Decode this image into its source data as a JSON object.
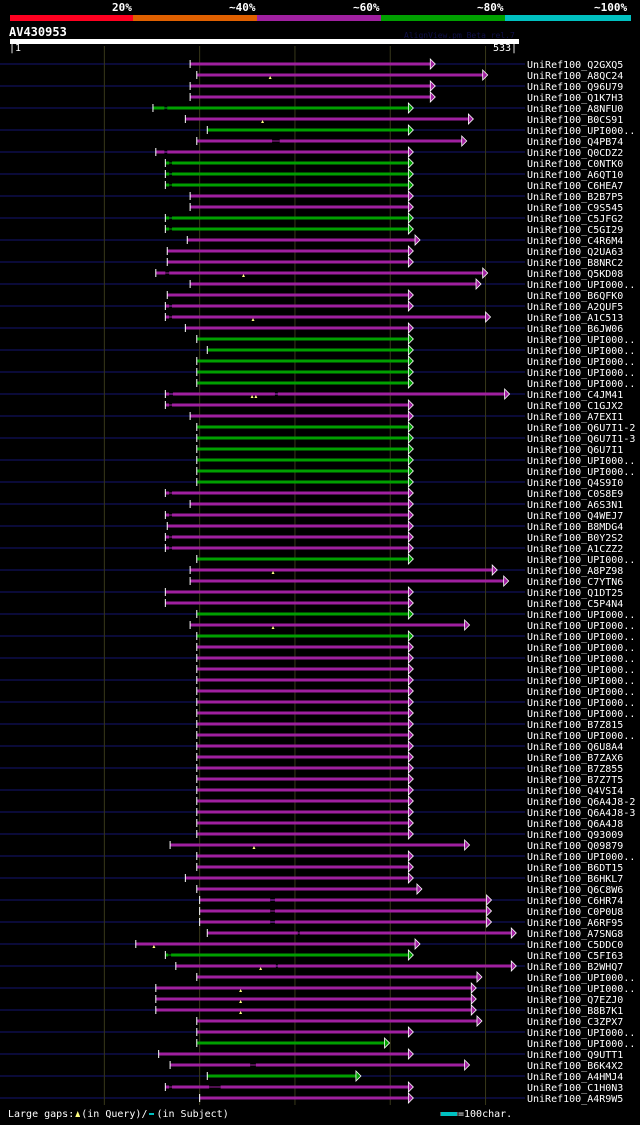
{
  "header": {
    "percent_labels": [
      "20%",
      "~40%",
      "~60%",
      "~80%",
      "~100%"
    ],
    "identity_colors": [
      "#ff0020",
      "#e06000",
      "#a020a0",
      "#00a000",
      "#00c0c0"
    ],
    "query_name": "AV430953",
    "version_text": "AlignView.pm Beta rel.7",
    "query_start": "|1",
    "query_end": "533|",
    "query_length": 533
  },
  "colors": {
    "magenta": "#a020a0",
    "green": "#00a000",
    "navy": "#0a0a38",
    "grid": "#38381a",
    "insert": "#ffff80"
  },
  "hits": [
    {
      "name": "UniRef100_Q2GXQ5",
      "s": 190,
      "e": 442,
      "c": "magenta"
    },
    {
      "name": "UniRef100_A8QC24",
      "s": 197,
      "e": 497,
      "c": "magenta",
      "ins": [
        274
      ]
    },
    {
      "name": "UniRef100_Q96U79",
      "s": 190,
      "e": 442,
      "c": "magenta"
    },
    {
      "name": "UniRef100_Q1K7H3",
      "s": 190,
      "e": 442,
      "c": "magenta"
    },
    {
      "name": "UniRef100_A8NFU0",
      "s": 151,
      "e": 419,
      "c": "green",
      "gaps": [
        [
          163,
          166
        ]
      ]
    },
    {
      "name": "UniRef100_B0CS91",
      "s": 185,
      "e": 482,
      "c": "magenta",
      "ins": [
        266
      ]
    },
    {
      "name": "UniRef100_UPI000..",
      "s": 208,
      "e": 419,
      "c": "green"
    },
    {
      "name": "UniRef100_Q4PB74",
      "s": 197,
      "e": 475,
      "c": "magenta",
      "gaps": [
        [
          276,
          284
        ]
      ]
    },
    {
      "name": "UniRef100_Q0CDZ2",
      "s": 154,
      "e": 419,
      "c": "magenta",
      "gaps": [
        [
          163,
          166
        ]
      ]
    },
    {
      "name": "UniRef100_C0NTK0",
      "s": 164,
      "e": 419,
      "c": "green",
      "gaps": [
        [
          168,
          171
        ]
      ]
    },
    {
      "name": "UniRef100_A6QT10",
      "s": 164,
      "e": 419,
      "c": "green",
      "gaps": [
        [
          168,
          171
        ]
      ]
    },
    {
      "name": "UniRef100_C6HEA7",
      "s": 164,
      "e": 419,
      "c": "green",
      "gaps": [
        [
          168,
          171
        ]
      ]
    },
    {
      "name": "UniRef100_B2B7P5",
      "s": 190,
      "e": 419,
      "c": "magenta"
    },
    {
      "name": "UniRef100_C9S545",
      "s": 190,
      "e": 419,
      "c": "magenta"
    },
    {
      "name": "UniRef100_C5JFG2",
      "s": 164,
      "e": 419,
      "c": "green",
      "gaps": [
        [
          168,
          171
        ]
      ]
    },
    {
      "name": "UniRef100_C5GI29",
      "s": 164,
      "e": 419,
      "c": "green",
      "gaps": [
        [
          168,
          171
        ]
      ]
    },
    {
      "name": "UniRef100_C4R6M4",
      "s": 187,
      "e": 426,
      "c": "magenta"
    },
    {
      "name": "UniRef100_Q2UA63",
      "s": 166,
      "e": 419,
      "c": "magenta"
    },
    {
      "name": "UniRef100_B8NRC2",
      "s": 166,
      "e": 419,
      "c": "magenta"
    },
    {
      "name": "UniRef100_Q5KD08",
      "s": 154,
      "e": 497,
      "c": "magenta",
      "gaps": [
        [
          164,
          168
        ]
      ],
      "ins": [
        246
      ]
    },
    {
      "name": "UniRef100_UPI000..",
      "s": 190,
      "e": 490,
      "c": "magenta"
    },
    {
      "name": "UniRef100_B6QFK0",
      "s": 166,
      "e": 419,
      "c": "magenta"
    },
    {
      "name": "UniRef100_A2QUF5",
      "s": 164,
      "e": 419,
      "c": "magenta",
      "gaps": [
        [
          168,
          171
        ]
      ]
    },
    {
      "name": "UniRef100_A1C513",
      "s": 164,
      "e": 500,
      "c": "magenta",
      "gaps": [
        [
          168,
          171
        ]
      ],
      "ins": [
        256
      ]
    },
    {
      "name": "UniRef100_B6JW06",
      "s": 185,
      "e": 419,
      "c": "magenta"
    },
    {
      "name": "UniRef100_UPI000..",
      "s": 197,
      "e": 419,
      "c": "green"
    },
    {
      "name": "UniRef100_UPI000..",
      "s": 208,
      "e": 419,
      "c": "green"
    },
    {
      "name": "UniRef100_UPI000..",
      "s": 197,
      "e": 419,
      "c": "green"
    },
    {
      "name": "UniRef100_UPI000..",
      "s": 197,
      "e": 419,
      "c": "green"
    },
    {
      "name": "UniRef100_UPI000..",
      "s": 197,
      "e": 419,
      "c": "green"
    },
    {
      "name": "UniRef100_C4JM41",
      "s": 164,
      "e": 520,
      "c": "magenta",
      "gaps": [
        [
          168,
          172
        ],
        [
          279,
          282
        ]
      ],
      "ins": [
        255,
        259
      ]
    },
    {
      "name": "UniRef100_C1GJX2",
      "s": 164,
      "e": 419,
      "c": "magenta",
      "gaps": [
        [
          168,
          171
        ]
      ]
    },
    {
      "name": "UniRef100_A7EXI1",
      "s": 190,
      "e": 419,
      "c": "magenta"
    },
    {
      "name": "UniRef100_Q6U7I1-2",
      "s": 197,
      "e": 419,
      "c": "green"
    },
    {
      "name": "UniRef100_Q6U7I1-3",
      "s": 197,
      "e": 419,
      "c": "green"
    },
    {
      "name": "UniRef100_Q6U7I1",
      "s": 197,
      "e": 419,
      "c": "green"
    },
    {
      "name": "UniRef100_UPI000..",
      "s": 197,
      "e": 419,
      "c": "green"
    },
    {
      "name": "UniRef100_UPI000..",
      "s": 197,
      "e": 419,
      "c": "green"
    },
    {
      "name": "UniRef100_Q4S9I0",
      "s": 197,
      "e": 419,
      "c": "green"
    },
    {
      "name": "UniRef100_C0S8E9",
      "s": 164,
      "e": 419,
      "c": "magenta",
      "gaps": [
        [
          168,
          171
        ]
      ]
    },
    {
      "name": "UniRef100_A6S3N1",
      "s": 190,
      "e": 419,
      "c": "magenta"
    },
    {
      "name": "UniRef100_Q4WEJ7",
      "s": 164,
      "e": 419,
      "c": "magenta",
      "gaps": [
        [
          168,
          171
        ]
      ]
    },
    {
      "name": "UniRef100_B8MDG4",
      "s": 166,
      "e": 419,
      "c": "magenta"
    },
    {
      "name": "UniRef100_B0Y2S2",
      "s": 164,
      "e": 419,
      "c": "magenta",
      "gaps": [
        [
          168,
          171
        ]
      ]
    },
    {
      "name": "UniRef100_A1CZZ2",
      "s": 164,
      "e": 419,
      "c": "magenta",
      "gaps": [
        [
          168,
          171
        ]
      ]
    },
    {
      "name": "UniRef100_UPI000..",
      "s": 197,
      "e": 419,
      "c": "green"
    },
    {
      "name": "UniRef100_A8PZ98",
      "s": 190,
      "e": 507,
      "c": "magenta",
      "ins": [
        277
      ]
    },
    {
      "name": "UniRef100_C7YTN6",
      "s": 190,
      "e": 519,
      "c": "magenta"
    },
    {
      "name": "UniRef100_Q1DT25",
      "s": 164,
      "e": 419,
      "c": "magenta"
    },
    {
      "name": "UniRef100_C5P4N4",
      "s": 164,
      "e": 419,
      "c": "magenta"
    },
    {
      "name": "UniRef100_UPI000..",
      "s": 197,
      "e": 419,
      "c": "green"
    },
    {
      "name": "UniRef100_UPI000..",
      "s": 190,
      "e": 478,
      "c": "magenta",
      "ins": [
        277
      ]
    },
    {
      "name": "UniRef100_UPI000..",
      "s": 197,
      "e": 419,
      "c": "green"
    },
    {
      "name": "UniRef100_UPI000..",
      "s": 197,
      "e": 419,
      "c": "magenta"
    },
    {
      "name": "UniRef100_UPI000..",
      "s": 197,
      "e": 419,
      "c": "magenta"
    },
    {
      "name": "UniRef100_UPI000..",
      "s": 197,
      "e": 419,
      "c": "magenta"
    },
    {
      "name": "UniRef100_UPI000..",
      "s": 197,
      "e": 419,
      "c": "magenta"
    },
    {
      "name": "UniRef100_UPI000..",
      "s": 197,
      "e": 419,
      "c": "magenta"
    },
    {
      "name": "UniRef100_UPI000..",
      "s": 197,
      "e": 419,
      "c": "magenta"
    },
    {
      "name": "UniRef100_UPI000..",
      "s": 197,
      "e": 419,
      "c": "magenta"
    },
    {
      "name": "UniRef100_B7Z815",
      "s": 197,
      "e": 419,
      "c": "magenta"
    },
    {
      "name": "UniRef100_UPI000..",
      "s": 197,
      "e": 419,
      "c": "magenta"
    },
    {
      "name": "UniRef100_Q6U8A4",
      "s": 197,
      "e": 419,
      "c": "magenta"
    },
    {
      "name": "UniRef100_B7ZAX6",
      "s": 197,
      "e": 419,
      "c": "magenta"
    },
    {
      "name": "UniRef100_B7Z855",
      "s": 197,
      "e": 419,
      "c": "magenta"
    },
    {
      "name": "UniRef100_B7Z7T5",
      "s": 197,
      "e": 419,
      "c": "magenta"
    },
    {
      "name": "UniRef100_Q4VSI4",
      "s": 197,
      "e": 419,
      "c": "magenta"
    },
    {
      "name": "UniRef100_Q6A4J8-2",
      "s": 197,
      "e": 419,
      "c": "magenta"
    },
    {
      "name": "UniRef100_Q6A4J8-3",
      "s": 197,
      "e": 419,
      "c": "magenta"
    },
    {
      "name": "UniRef100_Q6A4J8",
      "s": 197,
      "e": 419,
      "c": "magenta"
    },
    {
      "name": "UniRef100_Q93009",
      "s": 197,
      "e": 419,
      "c": "magenta"
    },
    {
      "name": "UniRef100_Q09879",
      "s": 169,
      "e": 478,
      "c": "magenta",
      "ins": [
        257
      ]
    },
    {
      "name": "UniRef100_UPI000..",
      "s": 197,
      "e": 419,
      "c": "magenta"
    },
    {
      "name": "UniRef100_B6DT15",
      "s": 197,
      "e": 419,
      "c": "magenta"
    },
    {
      "name": "UniRef100_B6HKL7",
      "s": 185,
      "e": 419,
      "c": "magenta"
    },
    {
      "name": "UniRef100_Q6C8W6",
      "s": 197,
      "e": 428,
      "c": "magenta"
    },
    {
      "name": "UniRef100_C6HR74",
      "s": 200,
      "e": 501,
      "c": "magenta",
      "gaps": [
        [
          274,
          279
        ]
      ]
    },
    {
      "name": "UniRef100_C0P0U8",
      "s": 200,
      "e": 501,
      "c": "magenta",
      "gaps": [
        [
          274,
          279
        ]
      ]
    },
    {
      "name": "UniRef100_A6RF95",
      "s": 200,
      "e": 501,
      "c": "magenta",
      "gaps": [
        [
          274,
          279
        ]
      ]
    },
    {
      "name": "UniRef100_A7SNG8",
      "s": 208,
      "e": 527,
      "c": "magenta",
      "gaps": [
        [
          303,
          305
        ]
      ]
    },
    {
      "name": "UniRef100_C5DDC0",
      "s": 133,
      "e": 426,
      "c": "magenta",
      "ins": [
        152
      ]
    },
    {
      "name": "UniRef100_C5FI63",
      "s": 164,
      "e": 419,
      "c": "green",
      "gaps": [
        [
          167,
          170
        ]
      ]
    },
    {
      "name": "UniRef100_B2WHQ7",
      "s": 175,
      "e": 527,
      "c": "magenta",
      "gaps": [
        [
          280,
          282
        ]
      ],
      "ins": [
        264
      ]
    },
    {
      "name": "UniRef100_UPI000..",
      "s": 197,
      "e": 491,
      "c": "magenta"
    },
    {
      "name": "UniRef100_UPI000..",
      "s": 154,
      "e": 485,
      "c": "magenta",
      "ins": [
        243
      ]
    },
    {
      "name": "UniRef100_Q7EZJ0",
      "s": 154,
      "e": 485,
      "c": "magenta",
      "ins": [
        243
      ]
    },
    {
      "name": "UniRef100_B8B7K1",
      "s": 154,
      "e": 485,
      "c": "magenta",
      "ins": [
        243
      ]
    },
    {
      "name": "UniRef100_C3ZPX7",
      "s": 197,
      "e": 491,
      "c": "magenta"
    },
    {
      "name": "UniRef100_UPI000..",
      "s": 197,
      "e": 419,
      "c": "magenta"
    },
    {
      "name": "UniRef100_UPI000..",
      "s": 197,
      "e": 394,
      "c": "green"
    },
    {
      "name": "UniRef100_Q9UTT1",
      "s": 157,
      "e": 419,
      "c": "magenta"
    },
    {
      "name": "UniRef100_B6K4X2",
      "s": 169,
      "e": 478,
      "c": "magenta",
      "gaps": [
        [
          253,
          259
        ]
      ]
    },
    {
      "name": "UniRef100_A4HMJ4",
      "s": 208,
      "e": 364,
      "c": "green"
    },
    {
      "name": "UniRef100_C1H0N3",
      "s": 164,
      "e": 419,
      "c": "magenta",
      "gaps": [
        [
          168,
          171
        ],
        [
          210,
          222
        ]
      ]
    },
    {
      "name": "UniRef100_A4R9W5",
      "s": 200,
      "e": 419,
      "c": "magenta"
    }
  ],
  "footer": {
    "large_gaps_label": "Large gaps:",
    "in_query": "(in Query)/",
    "in_subject": "(in Subject)",
    "scale_label": "=100char."
  }
}
